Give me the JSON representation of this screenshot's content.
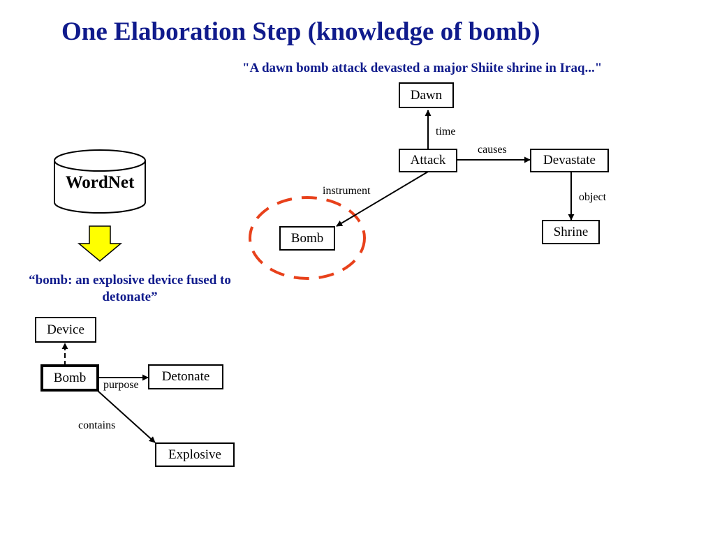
{
  "title": "One Elaboration Step (knowledge of bomb)",
  "sentence": "\"A dawn bomb attack devasted a major Shiite shrine in Iraq...\"",
  "wordnet": {
    "label": "WordNet",
    "definition": "“bomb: an explosive device fused to detonate”"
  },
  "colors": {
    "title": "#101b8c",
    "arrow": "#ffff00",
    "highlight_circle": "#e8411b"
  },
  "sentence_graph": {
    "nodes": {
      "dawn": "Dawn",
      "attack": "Attack",
      "devastate": "Devastate",
      "bomb": "Bomb",
      "shrine": "Shrine"
    },
    "edges": {
      "time": "time",
      "causes": "causes",
      "instrument": "instrument",
      "object": "object"
    }
  },
  "bomb_graph": {
    "nodes": {
      "device": "Device",
      "bomb": "Bomb",
      "detonate": "Detonate",
      "explosive": "Explosive"
    },
    "edges": {
      "purpose": "purpose",
      "contains": "contains"
    }
  }
}
